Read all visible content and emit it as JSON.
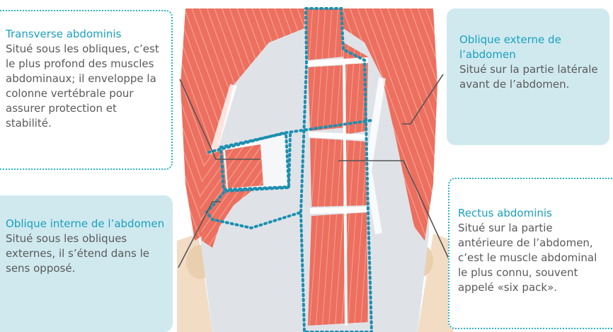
{
  "callouts": {
    "transverse": {
      "title": "Transverse abdominis",
      "desc": "Situé sous les obliques, c’est le plus profond des muscles abdominaux; il enveloppe la colonne vertébrale pour assurer protection et stabilité."
    },
    "oblique_externe": {
      "title": "Oblique externe de l’abdomen",
      "desc": "Situé sur la partie latérale avant de l’abdomen."
    },
    "oblique_interne": {
      "title": "Oblique interne de l’abdomen",
      "desc": "Situé sous les obliques externes, il s’étend dans le sens opposé."
    },
    "rectus": {
      "title": "Rectus abdominis",
      "desc": "Situé sur la partie antérieure de l’abdomen, c’est le muscle abdominal le plus connu, souvent appelé «six pack»."
    }
  },
  "colors": {
    "muscle": "#ec6f5f",
    "muscle_light": "#f4a090",
    "fascia": "#dfe3e8",
    "skin": "#f2dcc4",
    "accent": "#1aa0bf",
    "dotted": "#28b5c9",
    "callout_bg": "#cfe9ef"
  }
}
